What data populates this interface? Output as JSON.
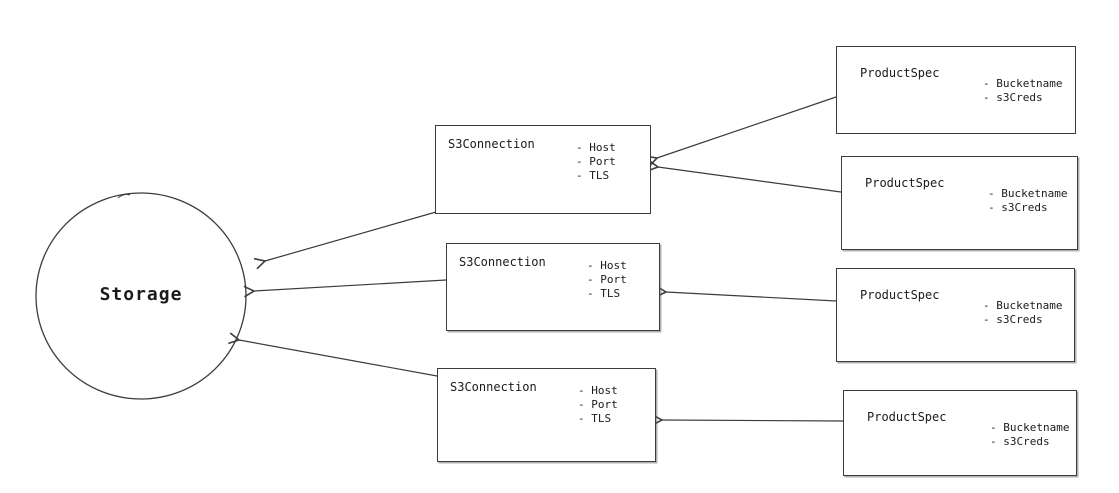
{
  "diagram": {
    "storage": {
      "label": "Storage"
    },
    "s3_connections": [
      {
        "label": "S3Connection",
        "attributes": [
          "- Host",
          "- Port",
          "- TLS"
        ]
      },
      {
        "label": "S3Connection",
        "attributes": [
          "- Host",
          "- Port",
          "- TLS"
        ]
      },
      {
        "label": "S3Connection",
        "attributes": [
          "- Host",
          "- Port",
          "- TLS"
        ]
      }
    ],
    "product_specs": [
      {
        "label": "ProductSpec",
        "attributes": [
          "- Bucketname",
          "- s3Creds"
        ]
      },
      {
        "label": "ProductSpec",
        "attributes": [
          "- Bucketname",
          "- s3Creds"
        ]
      },
      {
        "label": "ProductSpec",
        "attributes": [
          "- Bucketname",
          "- s3Creds"
        ]
      },
      {
        "label": "ProductSpec",
        "attributes": [
          "- Bucketname",
          "- s3Creds"
        ]
      }
    ]
  }
}
